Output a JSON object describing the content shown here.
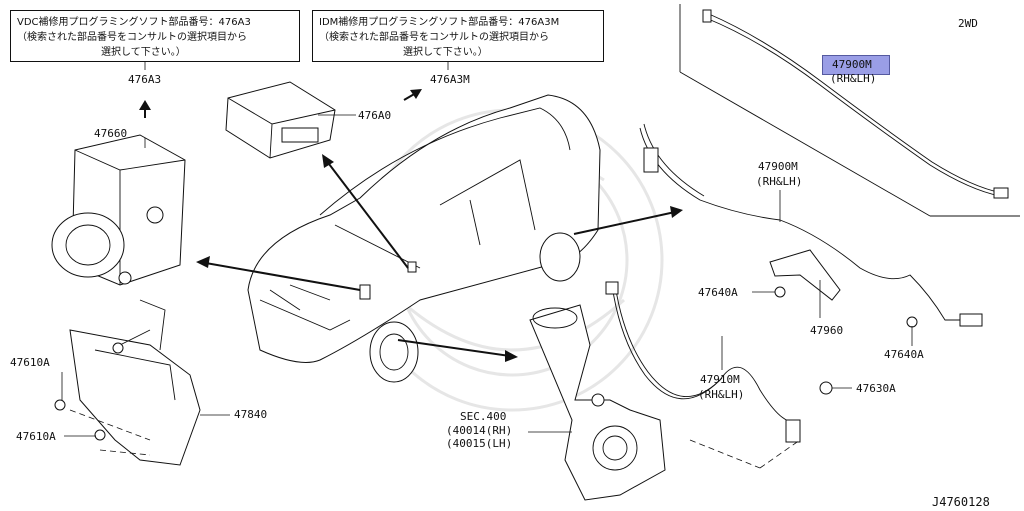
{
  "drive_type": "2WD",
  "diagram_id": "J4760128",
  "notes": {
    "vdc": {
      "line1": "VDC補修用プログラミングソフト部品番号：476A3",
      "line2": "（検索された部品番号をコンサルトの選択項目から",
      "line3": "選択して下さい。）",
      "ref": "476A3"
    },
    "idm": {
      "line1": "IDM補修用プログラミングソフト部品番号：476A3M",
      "line2": "（検索された部品番号をコンサルトの選択項目から",
      "line3": "選択して下さい。）",
      "ref": "476A3M"
    }
  },
  "parts": {
    "actuator": "47660",
    "module": "476A0",
    "sensor_rear_highlighted": "47900M",
    "sensor_rear_highlighted_side": "(RH&LH)",
    "sensor_rear": "47900M",
    "sensor_rear_side": "(RH&LH)",
    "bolt_rear": "47640A",
    "bracket_rear": "47960",
    "bolt_rear_2": "47640A",
    "sensor_front": "47910M",
    "sensor_front_side": "(RH&LH)",
    "bolt_front": "47630A",
    "bolt_a": "47610A",
    "bolt_b": "47610A",
    "bracket": "47840",
    "sec_ref": "SEC.400",
    "knuckle_rh": "(40014(RH)",
    "knuckle_lh": "(40015(LH)"
  },
  "colors": {
    "highlight": "#9a9ee6",
    "line": "#111111",
    "watermark": "#e6e6e6"
  }
}
